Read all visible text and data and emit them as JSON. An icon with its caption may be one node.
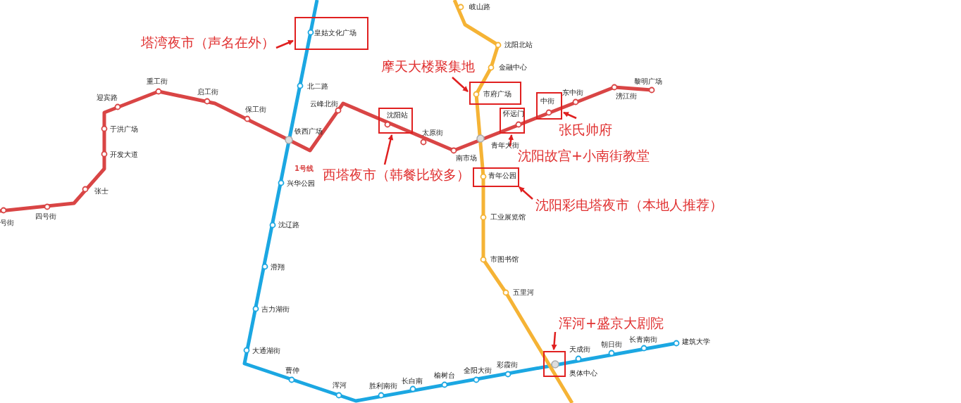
{
  "diagram": {
    "nodes": [
      {
        "text": [
          "塔湾夜市（声名在外）"
        ]
      },
      {
        "text": [
          "皇姑文化广场"
        ]
      },
      {
        "text": [
          "摩天大楼聚集地"
        ]
      },
      {
        "text": [
          "市府广场"
        ]
      },
      {
        "text": [
          "西塔夜市（韩餐比较多）"
        ]
      },
      {
        "text": [
          "沈阳站"
        ]
      },
      {
        "text": [
          "怀远门"
        ]
      },
      {
        "text": [
          "沈阳故宫+小南街教堂"
        ]
      },
      {
        "text": [
          "中街"
        ]
      },
      {
        "text": [
          "张氏帅府"
        ]
      },
      {
        "text": [
          "青年公园"
        ]
      },
      {
        "text": [
          "沈阳彩电塔夜市（本地人推荐）"
        ]
      },
      {
        "text": [
          "浑河+盛京大剧院"
        ]
      },
      {
        "text": [],
        "shape": "box"
      }
    ],
    "edges": [
      {
        "from": 0,
        "to": 1,
        "arrow": "to"
      },
      {
        "from": 2,
        "to": 3,
        "arrow": "to"
      },
      {
        "from": 4,
        "to": 5,
        "arrow": "to"
      },
      {
        "from": 7,
        "to": 6,
        "arrow": "to"
      },
      {
        "from": 9,
        "to": 8,
        "arrow": "to"
      },
      {
        "from": 11,
        "to": 10,
        "arrow": "to"
      },
      {
        "from": 12,
        "to": 13,
        "arrow": "to"
      }
    ],
    "labels": [
      "岐山路",
      "沈阳北站",
      "北二路",
      "金融中心",
      "迎宾路",
      "重工街",
      "启工街",
      "东中街",
      "黎明广场",
      "滂江街",
      "云峰北街",
      "保工街",
      "于洪广场",
      "铁西广场",
      "太原街",
      "青年大街",
      "南市场",
      "开发大道",
      "1号线",
      "兴华公园",
      "张士",
      "四号街",
      "号街",
      "工业展览馆",
      "沈辽路",
      "市图书馆",
      "滑翔",
      "五里河",
      "吉力湖街",
      "建筑大学",
      "长青南街",
      "朝日街",
      "天成街",
      "大通湖街",
      "彩霞街",
      "奥体中心",
      "全阳大街",
      "曹仲",
      "榆树台",
      "长白南",
      "胜利南街",
      "浑河"
    ]
  }
}
